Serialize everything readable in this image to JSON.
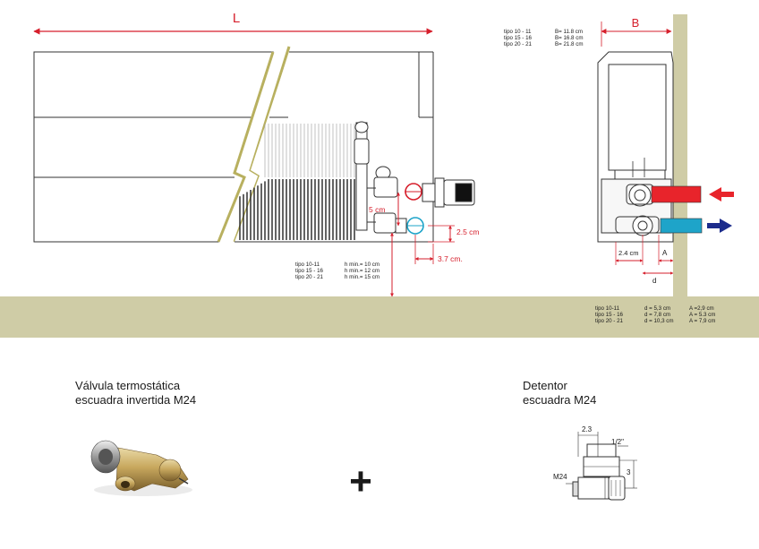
{
  "dims": {
    "L": "L",
    "B": "B",
    "h5": "5 cm",
    "h25": "2.5 cm",
    "w37": "3.7 cm.",
    "w24": "2.4 cm",
    "A": "A",
    "d": "d"
  },
  "table_B": [
    {
      "tipo": "tipo 10 - 11",
      "val": "B= 11.8 cm"
    },
    {
      "tipo": "tipo 15 - 16",
      "val": "B= 16.8 cm"
    },
    {
      "tipo": "tipo 20 - 21",
      "val": "B= 21.8 cm"
    }
  ],
  "table_h": [
    {
      "tipo": "tipo 10-11",
      "val": "h min.= 10 cm"
    },
    {
      "tipo": "tipo 15 - 16",
      "val": "h min.= 12 cm"
    },
    {
      "tipo": "tipo 20 - 21",
      "val": "h min.= 15 cm"
    }
  ],
  "table_d": [
    {
      "tipo": "tipo 10-11",
      "d": "d = 5,3 cm",
      "A": "A =2,9 cm"
    },
    {
      "tipo": "tipo 15 - 16",
      "d": "d = 7,8 cm",
      "A": "A = 5.3 cm"
    },
    {
      "tipo": "tipo 20 - 21",
      "d": "d = 10,3 cm",
      "A": "A = 7,9 cm"
    }
  ],
  "products": {
    "valve_line1": "Válvula termostática",
    "valve_line2": "escuadra invertida M24",
    "plus": "+",
    "detentor_line1": "Detentor",
    "detentor_line2": "escuadra M24"
  },
  "detentor_dims": {
    "d23": "2.3",
    "half": "1/2\"",
    "three": "3",
    "m24": "M24"
  },
  "colors": {
    "floor": "#cfcca6",
    "red": "#d61f2c",
    "flow_red": "#e8242b",
    "flow_blue": "#1ea4c9",
    "arrow_blue": "#1c2c8c",
    "line": "#333333"
  }
}
